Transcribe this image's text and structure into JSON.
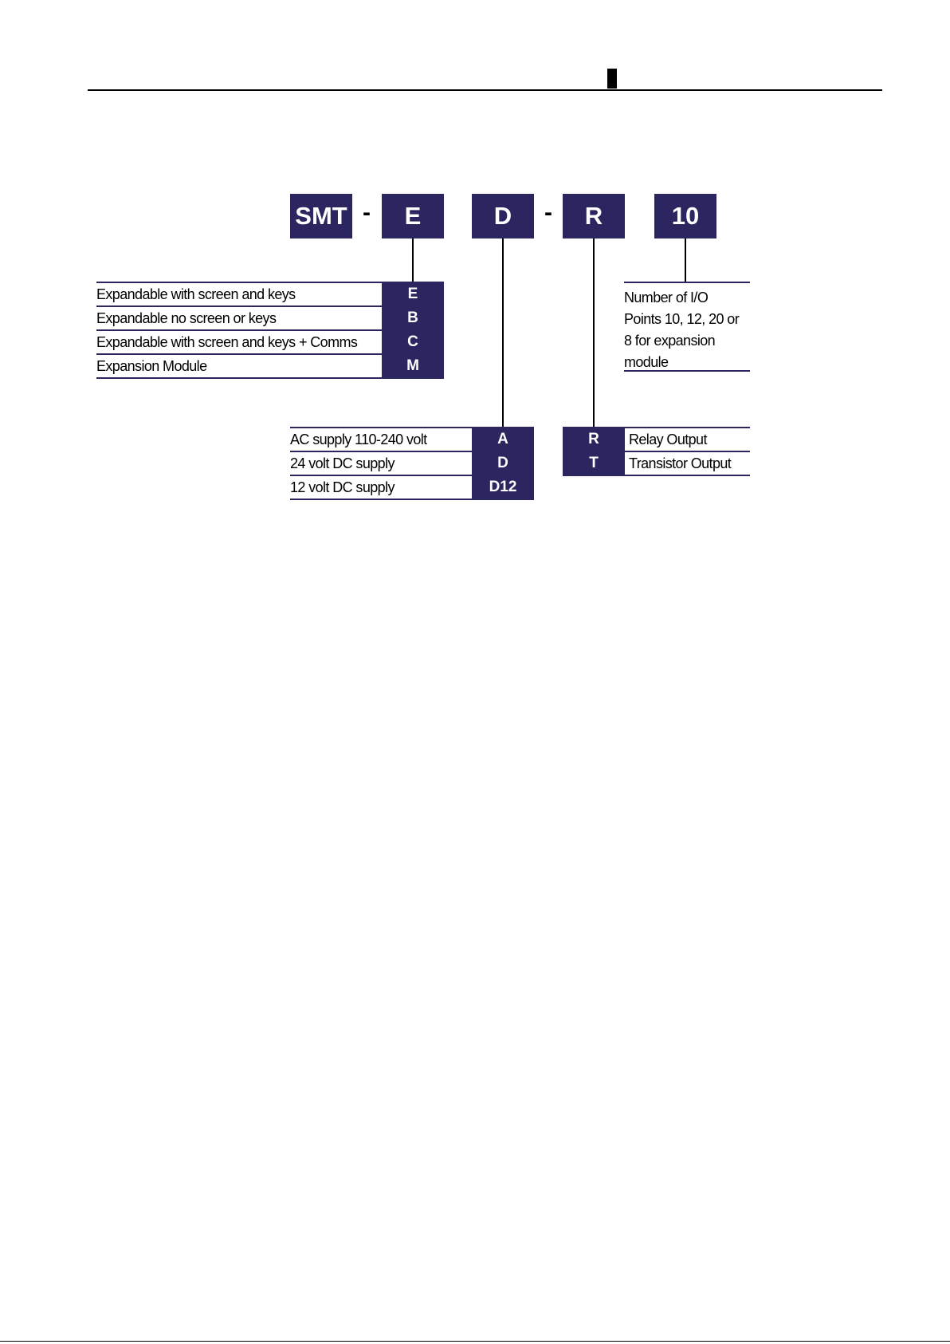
{
  "header_codes": [
    "SMT",
    "-",
    "E",
    "D",
    "-",
    "R",
    "10"
  ],
  "series_table": [
    {
      "label": "Expandable with screen and keys",
      "code": "E"
    },
    {
      "label": "Expandable no screen or keys",
      "code": "B"
    },
    {
      "label": "Expandable with screen and keys + Comms",
      "code": "C"
    },
    {
      "label": "Expansion Module",
      "code": "M"
    }
  ],
  "io_note": [
    "Number of I/O",
    "Points 10, 12, 20 or",
    "8 for expansion",
    "module"
  ],
  "supply_table": [
    {
      "label": "AC supply 110-240 volt",
      "code": "A"
    },
    {
      "label": "24 volt DC supply",
      "code": "D"
    },
    {
      "label": "12 volt DC supply",
      "code": "D12"
    }
  ],
  "output_table": [
    {
      "code": "R",
      "label": "Relay Output"
    },
    {
      "code": "T",
      "label": "Transistor Output"
    }
  ],
  "colors": {
    "box": "#2b2560",
    "line": "#000000"
  }
}
